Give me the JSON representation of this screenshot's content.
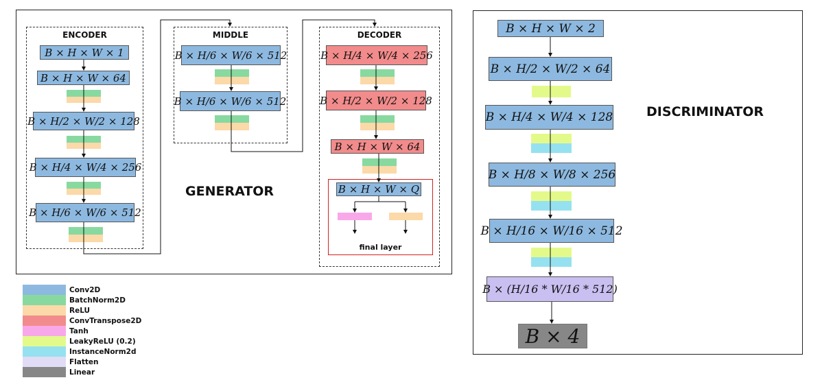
{
  "colors": {
    "conv2d": "#8db9e0",
    "batchnorm2d": "#88d9a0",
    "relu": "#fcd9a8",
    "convtranspose2d": "#f28b8b",
    "tanh": "#f8a8e8",
    "leakyrelu": "#e3fa8a",
    "instancenorm2d": "#96e1f0",
    "flatten": "#e0dcf5",
    "linear": "#878787"
  },
  "generator": {
    "label": "GENERATOR",
    "encoder": {
      "title": "ENCODER",
      "blocks": [
        "B × H × W × 1",
        "B × H × W × 64",
        "B × H/2 × W/2 × 128",
        "B × H/4 × W/4 × 256",
        "B × H/6 × W/6 × 512"
      ]
    },
    "middle": {
      "title": "MIDDLE",
      "blocks": [
        "B × H/6 × W/6 × 512",
        "B × H/6 × W/6 × 512"
      ]
    },
    "decoder": {
      "title": "DECODER",
      "blocks": [
        "B × H/4 × W/4 × 256",
        "B × H/2 × W/2 × 128",
        "B × H × W × 64"
      ],
      "final_block": "B × H × W × Q",
      "final_label": "final layer"
    }
  },
  "discriminator": {
    "label": "DISCRIMINATOR",
    "blocks": [
      "B × H × W × 2",
      "B × H/2 × W/2 × 64",
      "B × H/4 × W/4 × 128",
      "B × H/8 × W/8 × 256",
      "B × H/16 × W/16 × 512",
      "B × (H/16 * W/16 * 512)",
      "B × 4"
    ]
  },
  "legend": [
    {
      "label": "Conv2D",
      "color": "#8db9e0"
    },
    {
      "label": "BatchNorm2D",
      "color": "#88d9a0"
    },
    {
      "label": "ReLU",
      "color": "#fcd9a8"
    },
    {
      "label": "ConvTranspose2D",
      "color": "#f28b8b"
    },
    {
      "label": "Tanh",
      "color": "#f8a8e8"
    },
    {
      "label": "LeakyReLU (0.2)",
      "color": "#e3fa8a"
    },
    {
      "label": "InstanceNorm2d",
      "color": "#96e1f0"
    },
    {
      "label": "Flatten",
      "color": "#e0dcf5"
    },
    {
      "label": "Linear",
      "color": "#878787"
    }
  ]
}
